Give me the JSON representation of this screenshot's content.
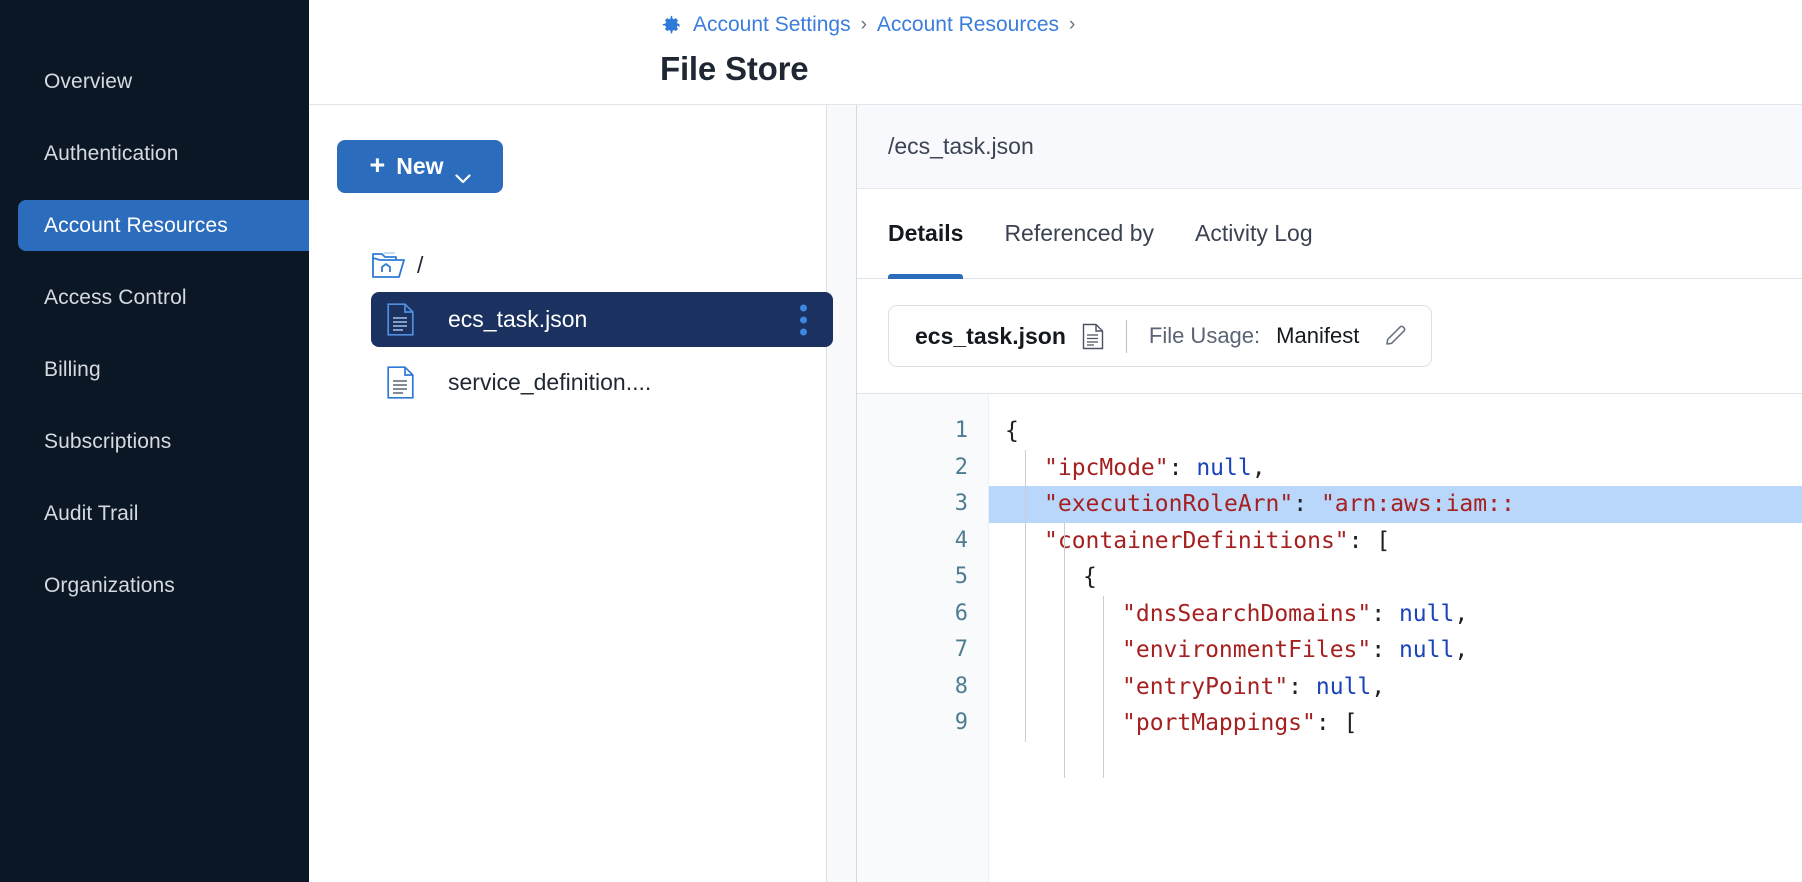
{
  "sidebar": {
    "items": [
      {
        "label": "Overview",
        "active": false
      },
      {
        "label": "Authentication",
        "active": false
      },
      {
        "label": "Account Resources",
        "active": true
      },
      {
        "label": "Access Control",
        "active": false
      },
      {
        "label": "Billing",
        "active": false
      },
      {
        "label": "Subscriptions",
        "active": false
      },
      {
        "label": "Audit Trail",
        "active": false
      },
      {
        "label": "Organizations",
        "active": false
      }
    ]
  },
  "header": {
    "breadcrumbs": [
      {
        "label": "Account Settings"
      },
      {
        "label": "Account Resources"
      }
    ],
    "separator": "›",
    "gear_icon": "gear-icon",
    "title": "File Store"
  },
  "filepanel": {
    "new_button": {
      "label": "New",
      "plus": "+",
      "chevron": "chevron-down-icon"
    },
    "tree": {
      "root_label": "/",
      "root_icon": "home-folder-icon",
      "files": [
        {
          "name": "ecs_task.json",
          "selected": true,
          "icon": "file-icon",
          "kebab": "more-vertical-icon"
        },
        {
          "name": "service_definition....",
          "selected": false,
          "icon": "file-icon"
        }
      ]
    }
  },
  "detail": {
    "path": "/ecs_task.json",
    "tabs": [
      {
        "label": "Details",
        "active": true
      },
      {
        "label": "Referenced by",
        "active": false
      },
      {
        "label": "Activity Log",
        "active": false
      }
    ],
    "usage": {
      "file_name": "ecs_task.json",
      "file_icon": "document-icon",
      "label": "File Usage:",
      "value": "Manifest",
      "edit_icon": "pencil-icon"
    }
  },
  "code": {
    "line_numbers": [
      "1",
      "2",
      "3",
      "4",
      "5",
      "6",
      "7",
      "8",
      "9"
    ],
    "lines": [
      {
        "n": 1,
        "indent": 0,
        "highlight": false,
        "tokens": [
          {
            "t": "p",
            "s": "{"
          }
        ]
      },
      {
        "n": 2,
        "indent": 1,
        "highlight": false,
        "tokens": [
          {
            "t": "k",
            "s": "\"ipcMode\""
          },
          {
            "t": "p",
            "s": ": "
          },
          {
            "t": "v",
            "s": "null"
          },
          {
            "t": "p",
            "s": ","
          }
        ]
      },
      {
        "n": 3,
        "indent": 1,
        "highlight": true,
        "tokens": [
          {
            "t": "k",
            "s": "\"executionRoleArn\""
          },
          {
            "t": "p",
            "s": ": "
          },
          {
            "t": "k",
            "s": "\"arn:aws:iam::"
          }
        ]
      },
      {
        "n": 4,
        "indent": 1,
        "highlight": false,
        "tokens": [
          {
            "t": "k",
            "s": "\"containerDefinitions\""
          },
          {
            "t": "p",
            "s": ": ["
          }
        ]
      },
      {
        "n": 5,
        "indent": 2,
        "highlight": false,
        "tokens": [
          {
            "t": "p",
            "s": "{"
          }
        ]
      },
      {
        "n": 6,
        "indent": 3,
        "highlight": false,
        "tokens": [
          {
            "t": "k",
            "s": "\"dnsSearchDomains\""
          },
          {
            "t": "p",
            "s": ": "
          },
          {
            "t": "v",
            "s": "null"
          },
          {
            "t": "p",
            "s": ","
          }
        ]
      },
      {
        "n": 7,
        "indent": 3,
        "highlight": false,
        "tokens": [
          {
            "t": "k",
            "s": "\"environmentFiles\""
          },
          {
            "t": "p",
            "s": ": "
          },
          {
            "t": "v",
            "s": "null"
          },
          {
            "t": "p",
            "s": ","
          }
        ]
      },
      {
        "n": 8,
        "indent": 3,
        "highlight": false,
        "tokens": [
          {
            "t": "k",
            "s": "\"entryPoint\""
          },
          {
            "t": "p",
            "s": ": "
          },
          {
            "t": "v",
            "s": "null"
          },
          {
            "t": "p",
            "s": ","
          }
        ]
      },
      {
        "n": 9,
        "indent": 3,
        "highlight": false,
        "tokens": [
          {
            "t": "k",
            "s": "\"portMappings\""
          },
          {
            "t": "p",
            "s": ": ["
          }
        ]
      }
    ]
  },
  "colors": {
    "sidebar_bg": "#0c1726",
    "accent": "#2c6cbd",
    "selected_row": "#1b3260",
    "link": "#3b7ddd",
    "code_key": "#a52020",
    "code_value": "#1a44b8",
    "code_highlight": "#b9d6fb",
    "gutter_text": "#4e7c91"
  }
}
